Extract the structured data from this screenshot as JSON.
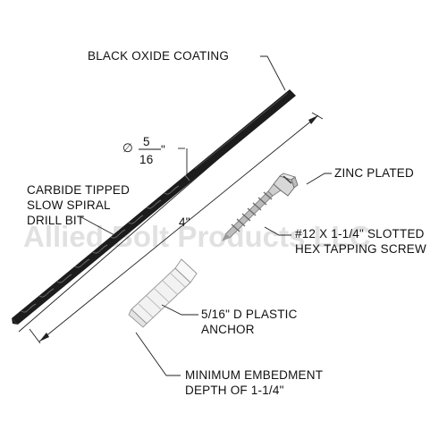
{
  "labels": {
    "coating": "BLACK OXIDE COATING",
    "diameter_symbol": "∅",
    "diameter_num": "5",
    "diameter_den": "16",
    "diameter_unit": "\"",
    "drill_line1": "CARBIDE TIPPED",
    "drill_line2": "SLOW SPIRAL",
    "drill_line3": "DRILL BIT",
    "length": "4\"",
    "zinc": "ZINC PLATED",
    "screw_line1": "#12 X 1-1/4\" SLOTTED",
    "screw_line2": "HEX TAPPING SCREW",
    "anchor_line1": "5/16\" D PLASTIC",
    "anchor_line2": "ANCHOR",
    "embed_line1": "MINIMUM EMBEDMENT",
    "embed_line2": "DEPTH OF 1-1/4\""
  },
  "watermark": "Allied Bolt Products LLC",
  "colors": {
    "drill": "#1c1c1c",
    "screw": "#b8b8b8",
    "anchor": "#eeeeee",
    "lines": "#222222",
    "watermark": "#c9c9c9"
  }
}
